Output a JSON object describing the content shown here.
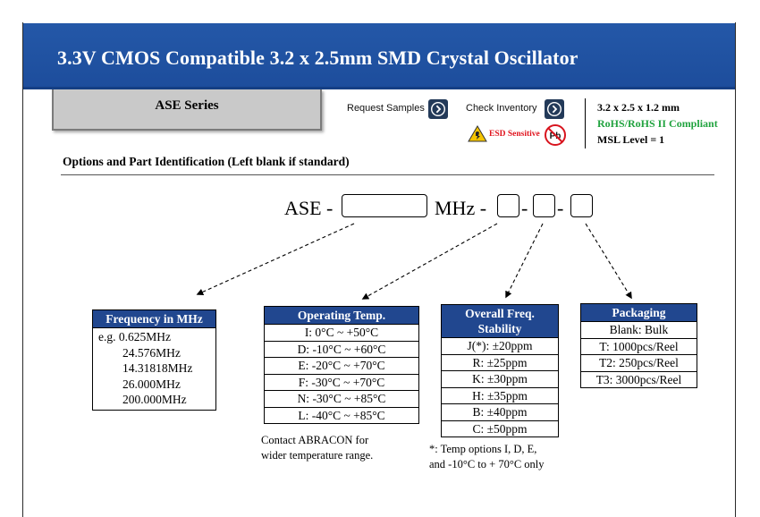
{
  "header": {
    "title": "3.3V CMOS Compatible 3.2 x 2.5mm SMD Crystal Oscillator",
    "series": "ASE Series"
  },
  "actions": {
    "request_samples": "Request Samples",
    "check_inventory": "Check Inventory"
  },
  "badges": {
    "esd": "ESD Sensitive",
    "pb_free": "Pb"
  },
  "specs": {
    "size": "3.2 x 2.5 x 1.2 mm",
    "rohs": "RoHS/RoHS II Compliant",
    "msl": "MSL Level = 1"
  },
  "colors": {
    "banner": "#1d4d9c",
    "table_header": "#21478f",
    "rohs_green": "#21a33f",
    "esd_red": "#e0141e"
  },
  "options": {
    "heading": "Options and Part Identification (Left blank if standard)",
    "part_number": {
      "prefix": "ASE -",
      "unit": "MHz -",
      "dash1": "-",
      "dash2": "-"
    },
    "frequency": {
      "header": "Frequency in MHz",
      "first_prefix": "e.g. ",
      "values": [
        "0.625MHz",
        "24.576MHz",
        "14.31818MHz",
        "26.000MHz",
        "200.000MHz"
      ]
    },
    "operating_temp": {
      "header": "Operating Temp.",
      "rows": [
        "I: 0°C ~ +50°C",
        "D: -10°C ~ +60°C",
        "E: -20°C ~ +70°C",
        "F: -30°C ~ +70°C",
        "N: -30°C ~ +85°C",
        "L: -40°C ~ +85°C"
      ],
      "note_line1": "Contact ABRACON for",
      "note_line2": "wider temperature range."
    },
    "stability": {
      "header_line1": "Overall Freq.",
      "header_line2": "Stability",
      "rows": [
        "J(*): ±20ppm",
        "R: ±25ppm",
        "K: ±30ppm",
        "H: ±35ppm",
        "B: ±40ppm",
        "C: ±50ppm"
      ],
      "note_line1": "*:  Temp options I, D, E,",
      "note_line2": "and -10°C to + 70°C only"
    },
    "packaging": {
      "header": "Packaging",
      "rows": [
        "Blank: Bulk",
        "T: 1000pcs/Reel",
        "T2: 250pcs/Reel",
        "T3: 3000pcs/Reel"
      ]
    }
  }
}
